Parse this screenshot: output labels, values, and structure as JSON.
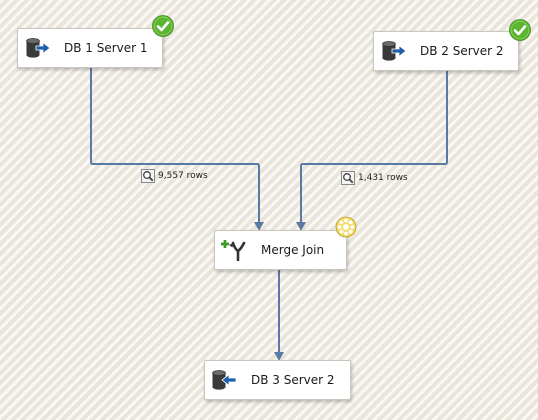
{
  "canvas": {
    "background": "#f2efe8"
  },
  "nodes": {
    "source1": {
      "label": "DB 1 Server 1",
      "icon": "database-source-icon",
      "status": "success"
    },
    "source2": {
      "label": "DB 2 Server 2",
      "icon": "database-source-icon",
      "status": "success"
    },
    "merge": {
      "label": "Merge Join",
      "icon": "merge-join-icon",
      "status": "executing"
    },
    "destination": {
      "label": "DB 3 Server 2",
      "icon": "database-destination-icon",
      "status": "none"
    }
  },
  "paths": {
    "left_rows": "9,557 rows",
    "right_rows": "1,431 rows"
  },
  "colors": {
    "connector": "#5b7aa3",
    "success": "#5cb531",
    "executing": "#e8c532",
    "arrow_blue": "#1f5fa8",
    "db_gray": "#3a3a3a"
  }
}
